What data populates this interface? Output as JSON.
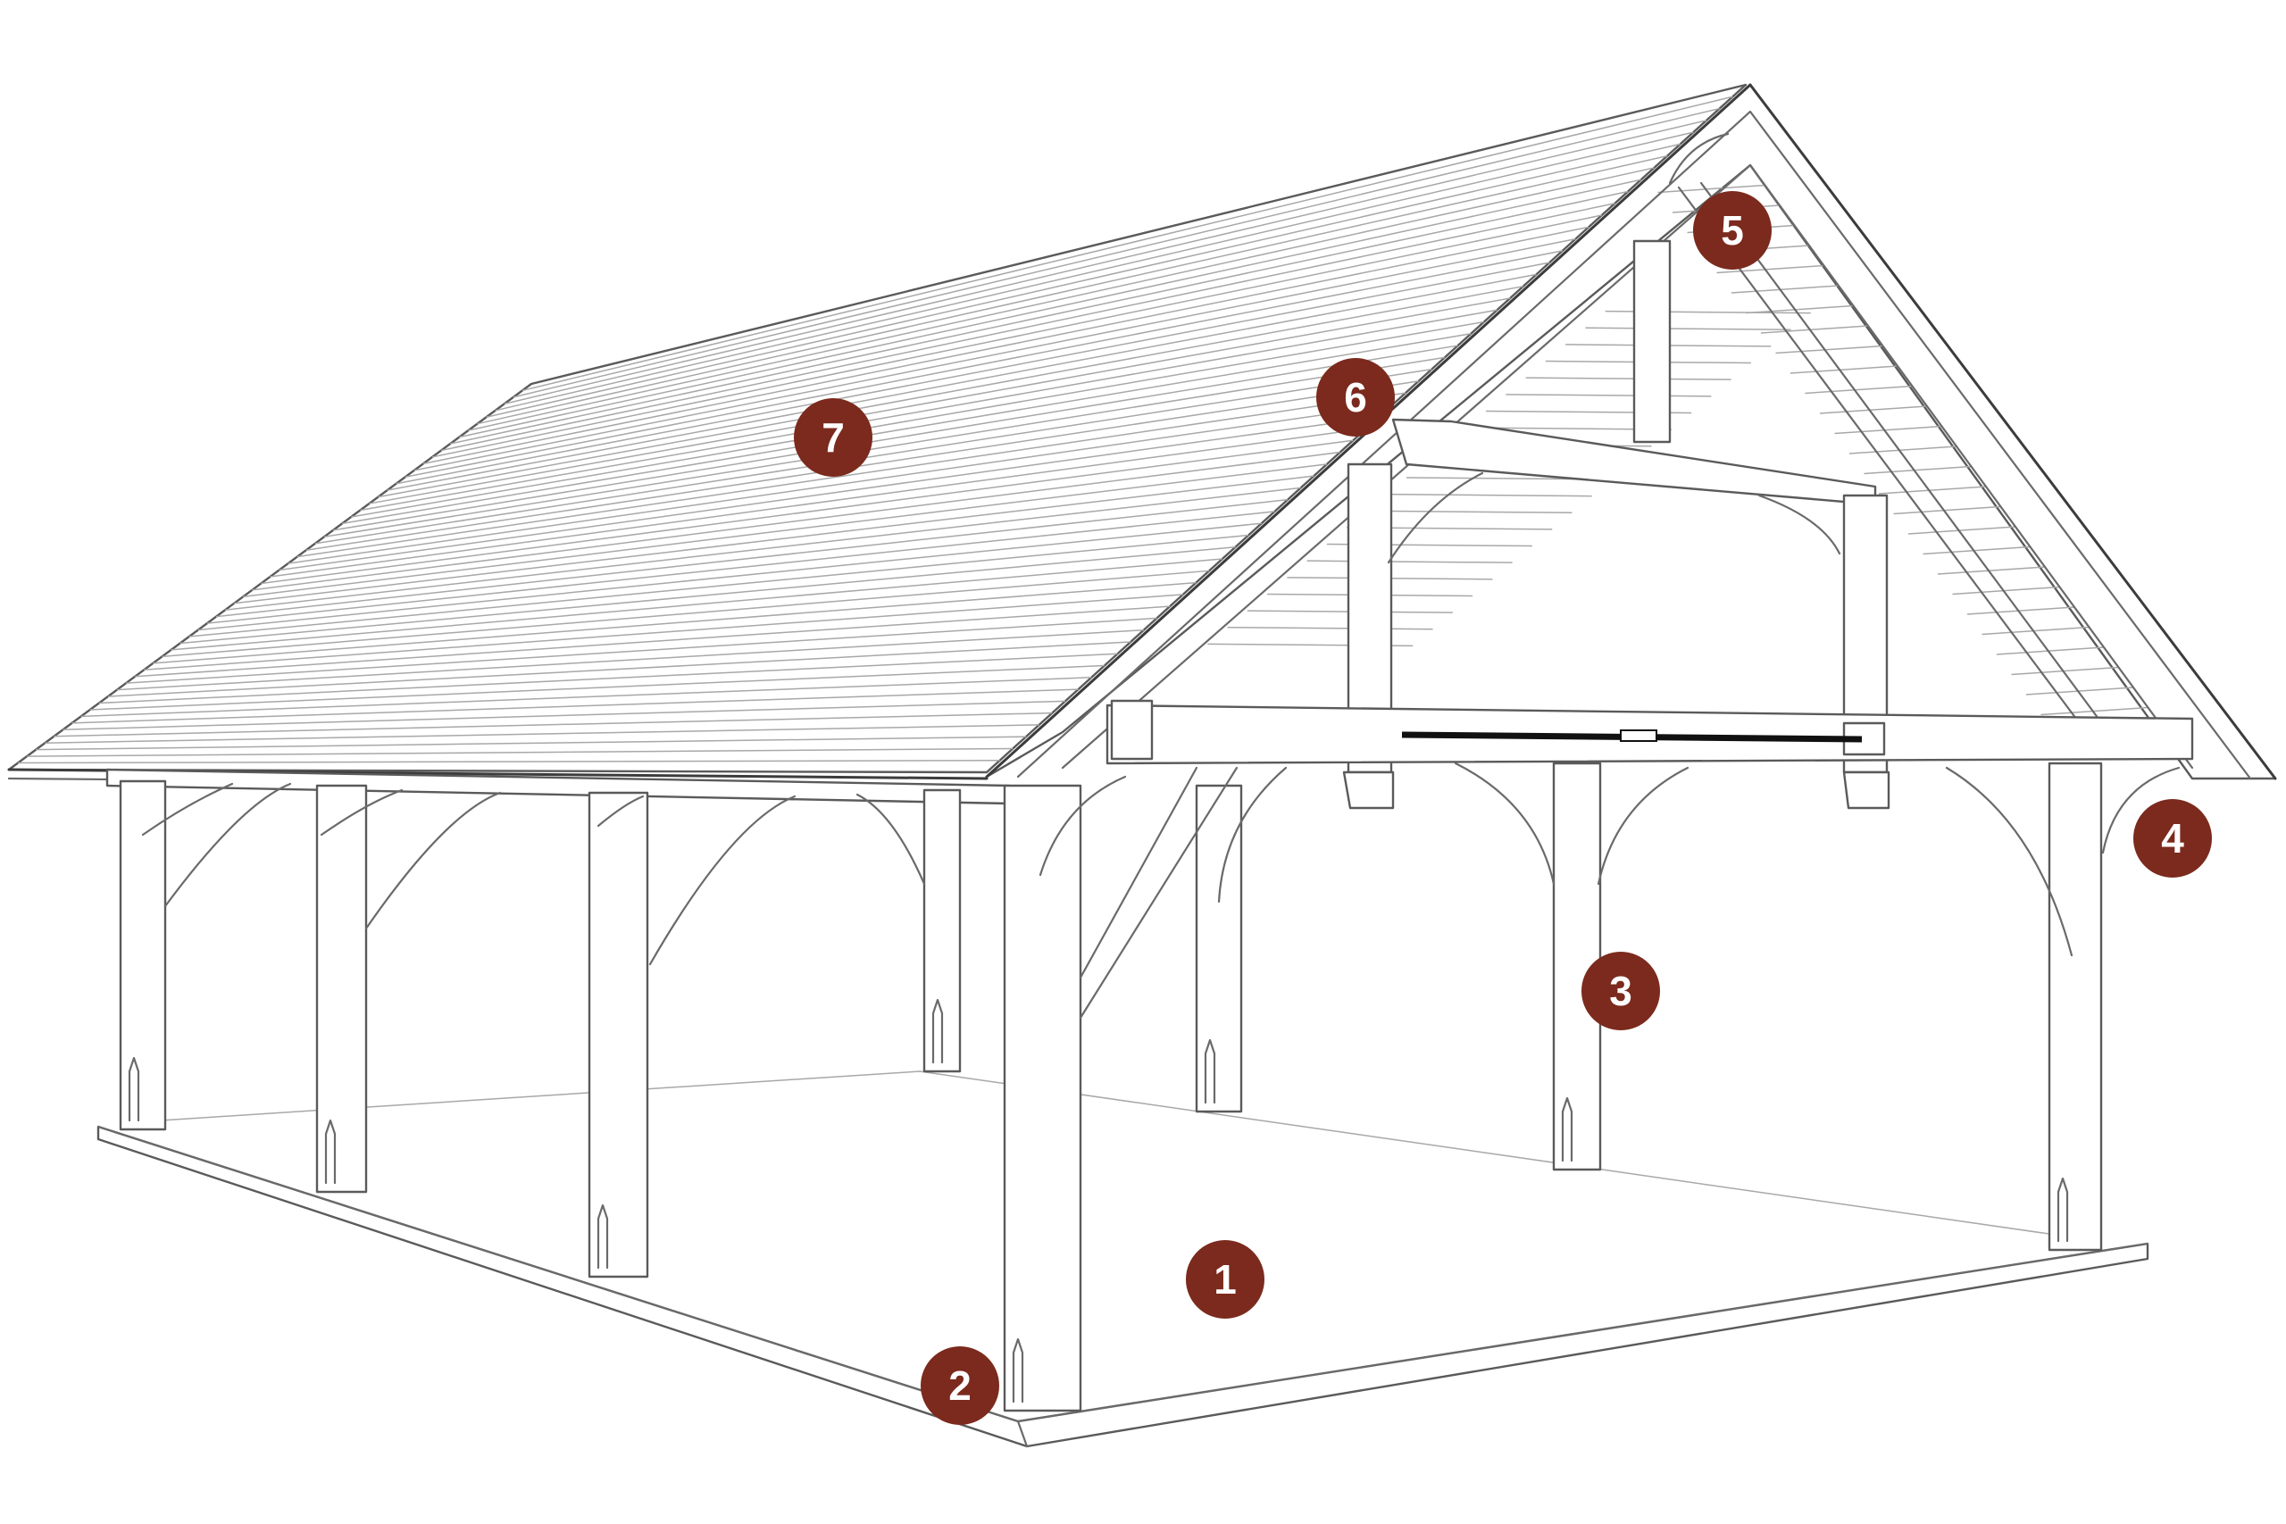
{
  "diagram": {
    "subject": "timber-frame-gazebo",
    "marker_color": "#7b2a1d",
    "markers": [
      {
        "id": "1",
        "label": "1"
      },
      {
        "id": "2",
        "label": "2"
      },
      {
        "id": "3",
        "label": "3"
      },
      {
        "id": "4",
        "label": "4"
      },
      {
        "id": "5",
        "label": "5"
      },
      {
        "id": "6",
        "label": "6"
      },
      {
        "id": "7",
        "label": "7"
      }
    ]
  }
}
